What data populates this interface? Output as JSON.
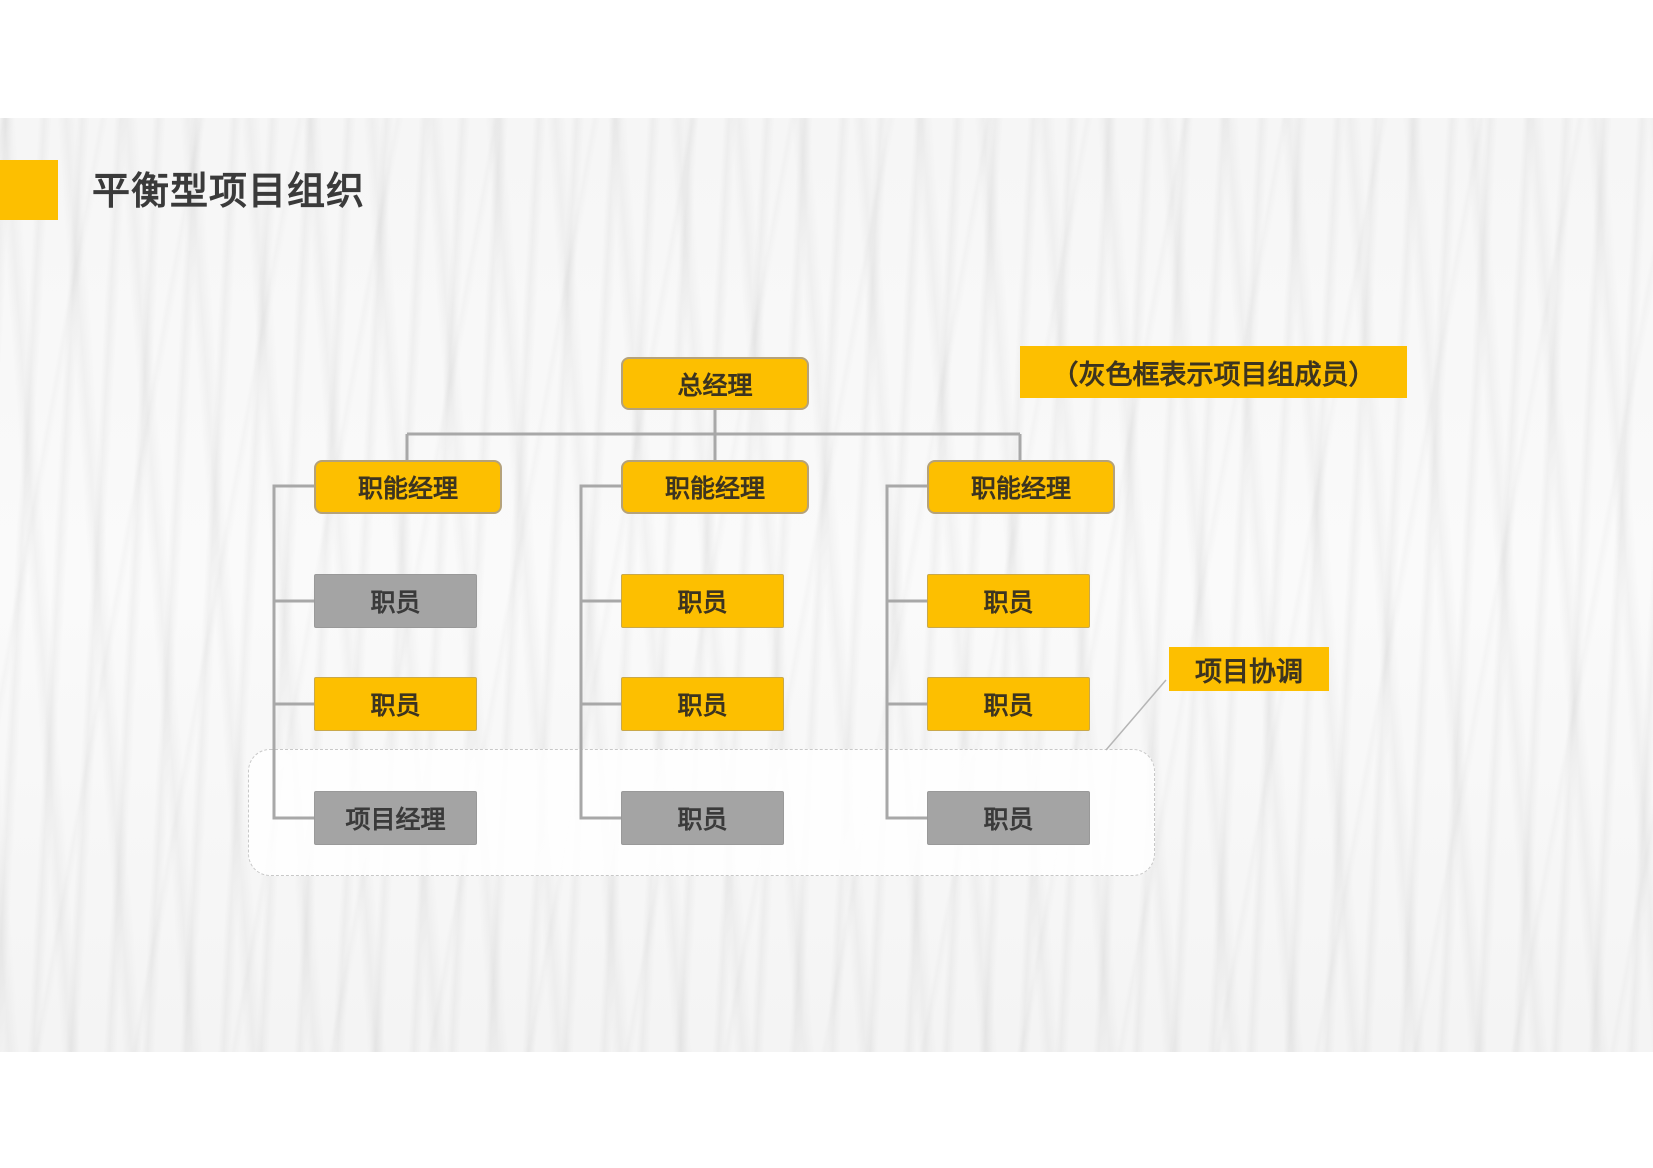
{
  "page": {
    "title": "平衡型项目组织",
    "accent_color": "#fdbf00",
    "text_color": "#3a3a3a"
  },
  "legend": {
    "note": "（灰色框表示项目组成员）",
    "member_color": "#a4a4a4",
    "non_member_color": "#fdbf00"
  },
  "coordination": {
    "label": "项目协调"
  },
  "org_chart": {
    "root": {
      "label": "总经理",
      "type": "manager"
    },
    "departments": [
      {
        "head": {
          "label": "职能经理",
          "type": "manager"
        },
        "staff": [
          {
            "label": "职员",
            "project_member": true
          },
          {
            "label": "职员",
            "project_member": false
          },
          {
            "label": "项目经理",
            "project_member": true
          }
        ]
      },
      {
        "head": {
          "label": "职能经理",
          "type": "manager"
        },
        "staff": [
          {
            "label": "职员",
            "project_member": false
          },
          {
            "label": "职员",
            "project_member": false
          },
          {
            "label": "职员",
            "project_member": true
          }
        ]
      },
      {
        "head": {
          "label": "职能经理",
          "type": "manager"
        },
        "staff": [
          {
            "label": "职员",
            "project_member": false
          },
          {
            "label": "职员",
            "project_member": false
          },
          {
            "label": "职员",
            "project_member": true
          }
        ]
      }
    ]
  }
}
